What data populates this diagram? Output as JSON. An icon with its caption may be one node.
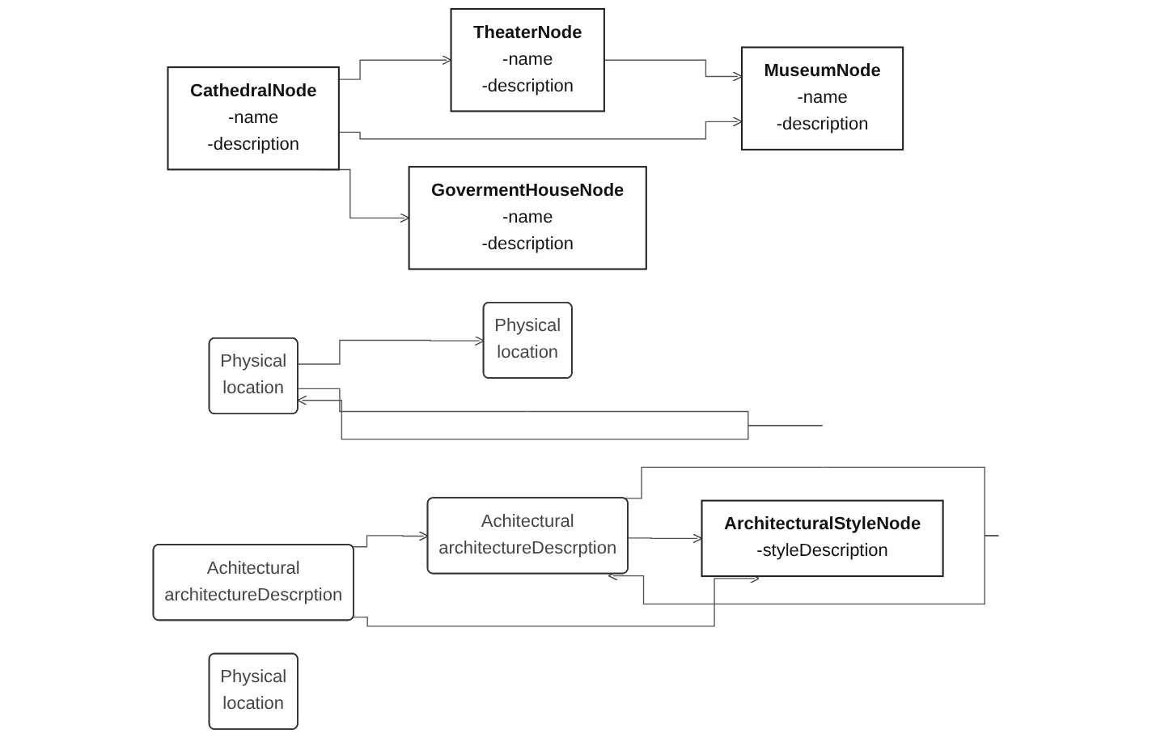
{
  "diagram": {
    "nodes": [
      {
        "text": [
          "TheaterNode",
          "-name",
          "-description"
        ]
      },
      {
        "text": [
          "Physical",
          "location"
        ]
      },
      {
        "text": [
          "MuseumNode",
          "-name",
          "-description"
        ]
      },
      {
        "text": [
          "Achitectural",
          "architectureDescrption"
        ]
      },
      {
        "text": [
          "CathedralNode",
          "-name",
          "-description"
        ]
      },
      {
        "text": [
          "Physical",
          "location"
        ]
      },
      {
        "text": [
          "ArchitecturalStyleNode",
          "-styleDescription"
        ]
      },
      {
        "text": [
          "Achitectural",
          "architectureDescrption"
        ]
      },
      {
        "text": [
          "GovermentHouseNode",
          "-name",
          "-description"
        ]
      },
      {
        "text": [
          "Physical",
          "location"
        ]
      }
    ],
    "edges": [
      {
        "from": 4,
        "to": 0,
        "arrow": "to"
      },
      {
        "from": 0,
        "to": 2,
        "arrow": "to"
      },
      {
        "from": 4,
        "to": 2,
        "arrow": "to"
      },
      {
        "from": 5,
        "to": 1,
        "arrow": "to"
      },
      {
        "from": 5,
        "to": 5,
        "arrow": "to"
      },
      {
        "from": 3,
        "to": 3,
        "arrow": "to"
      },
      {
        "from": 7,
        "to": 3,
        "arrow": "to"
      },
      {
        "from": 3,
        "to": 6,
        "arrow": "to"
      },
      {
        "from": 7,
        "to": 6,
        "arrow": "to"
      },
      {
        "from": 4,
        "to": 8,
        "arrow": "to"
      }
    ]
  }
}
